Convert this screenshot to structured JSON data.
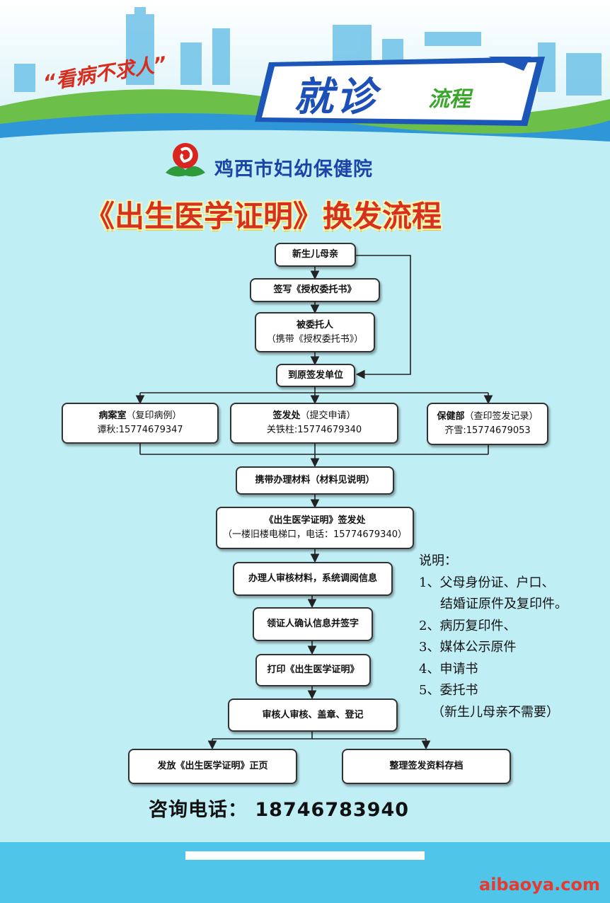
{
  "header": {
    "slogan": "“看病不求人”",
    "banner_main": "就诊",
    "banner_sub": "流程"
  },
  "hospital_name": "鸡西市妇幼保健院",
  "title": "《出生医学证明》换发流程",
  "flow": {
    "step1": "新生儿母亲",
    "step2": "签写《授权委托书》",
    "step3_title": "被委托人",
    "step3_sub": "（携带《授权委托书》）",
    "step4": "到原签发单位",
    "branch_left_title": "病案室",
    "branch_left_note": "（复印病例）",
    "branch_left_contact": "谭秋:15774679347",
    "branch_mid_title": "签发处",
    "branch_mid_note": "（提交申请）",
    "branch_mid_contact": "关铁柱:15774679340",
    "branch_right_title": "保健部",
    "branch_right_note": "（查印签发记录）",
    "branch_right_contact": "齐雪:15774679053",
    "step5": "携带办理材料（材料见说明）",
    "step6_title": "《出生医学证明》签发处",
    "step6_sub": "（一楼旧楼电梯口，电话：15774679340）",
    "step7": "办理人审核材料，系统调阅信息",
    "step8": "领证人确认信息并签字",
    "step9": "打印《出生医学证明》",
    "step10": "审核人审核、盖章、登记",
    "end_left": "发放《出生医学证明》正页",
    "end_right": "整理签发资料存档"
  },
  "notes": {
    "heading": "说明：",
    "item1a": "1、父母身份证、户口、",
    "item1b": "结婚证原件及复印件。",
    "item2": "2、病历复印件、",
    "item3": "3、媒体公示原件",
    "item4": "4、申请书",
    "item5": "5、委托书",
    "item5_note": "（新生儿母亲不需要）"
  },
  "consult": "咨询电话：  18746783940",
  "watermark": "aibaoya.com",
  "colors": {
    "background": "#bfeef5",
    "title_red": "#d8301f",
    "hospital_blue": "#1b44a8",
    "banner_blue": "#1c4fb8",
    "banner_green": "#3aa62b"
  }
}
